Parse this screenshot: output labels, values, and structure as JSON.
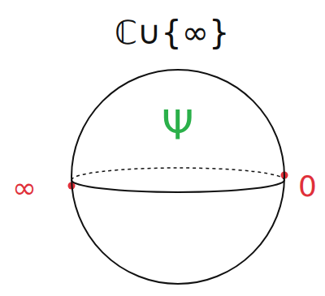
{
  "diagram": {
    "title": "ℂ∪{∞}",
    "nodes": [
      {
        "text": [
          "Ψ"
        ]
      }
    ],
    "labels": [
      "∞",
      "0"
    ]
  }
}
